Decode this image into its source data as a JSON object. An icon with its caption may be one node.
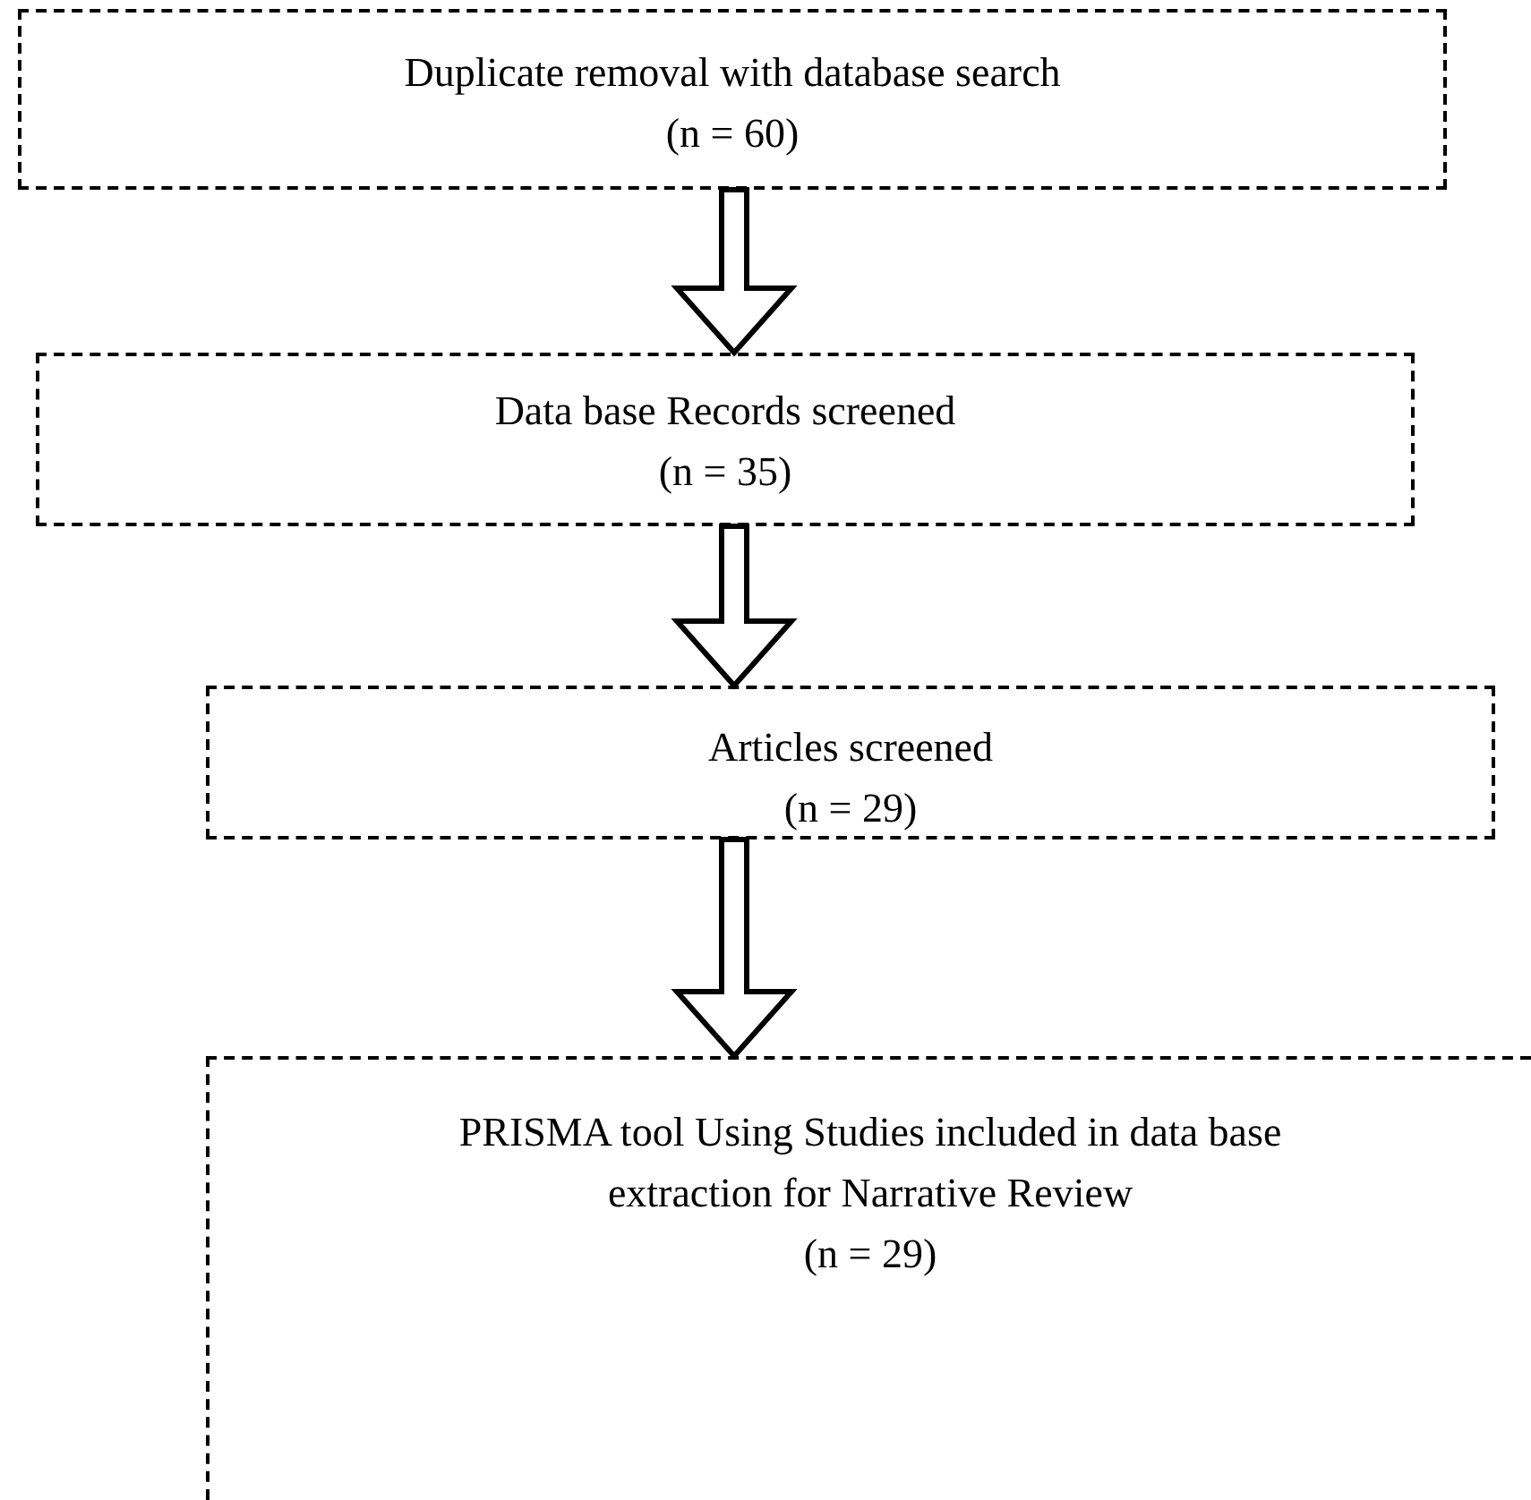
{
  "diagram": {
    "nodes": [
      {
        "text": [
          "Duplicate removal with database search",
          "(n = 60)"
        ]
      },
      {
        "text": [
          "Data base Records screened",
          "(n = 35)"
        ]
      },
      {
        "text": [
          "Articles screened",
          "(n = 29)"
        ]
      },
      {
        "text": [
          "PRISMA tool Using Studies included in data base extraction for Narrative Review",
          "(n = 29)"
        ]
      }
    ],
    "edges": [
      {
        "from": 0,
        "to": 1,
        "arrow": "to",
        "style": "thick"
      },
      {
        "from": 1,
        "to": 2,
        "arrow": "to",
        "style": "thick"
      },
      {
        "from": 2,
        "to": 3,
        "arrow": "to",
        "style": "thick"
      }
    ]
  }
}
